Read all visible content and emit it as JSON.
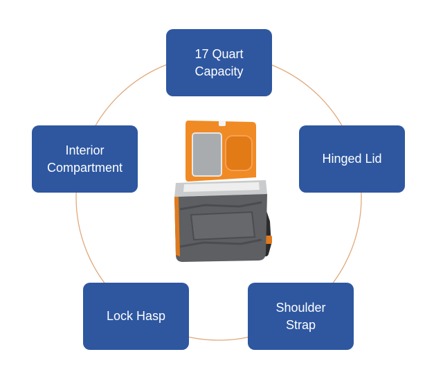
{
  "diagram": {
    "colors": {
      "box_fill": "#2e57a0",
      "box_text": "#ffffff",
      "ring_stroke": "#e0a878",
      "cooler_orange": "#f08a24",
      "cooler_gray": "#5d5f63",
      "cooler_light_gray": "#c9cbcd"
    },
    "center_image": "orange-and-gray-lunch-cooler-with-open-lid",
    "features": {
      "capacity": [
        "17 Quart",
        "Capacity"
      ],
      "compartment": [
        "Interior",
        "Compartment"
      ],
      "lid": [
        "Hinged Lid"
      ],
      "hasp": [
        "Lock Hasp"
      ],
      "strap": [
        "Shoulder",
        "Strap"
      ]
    }
  }
}
